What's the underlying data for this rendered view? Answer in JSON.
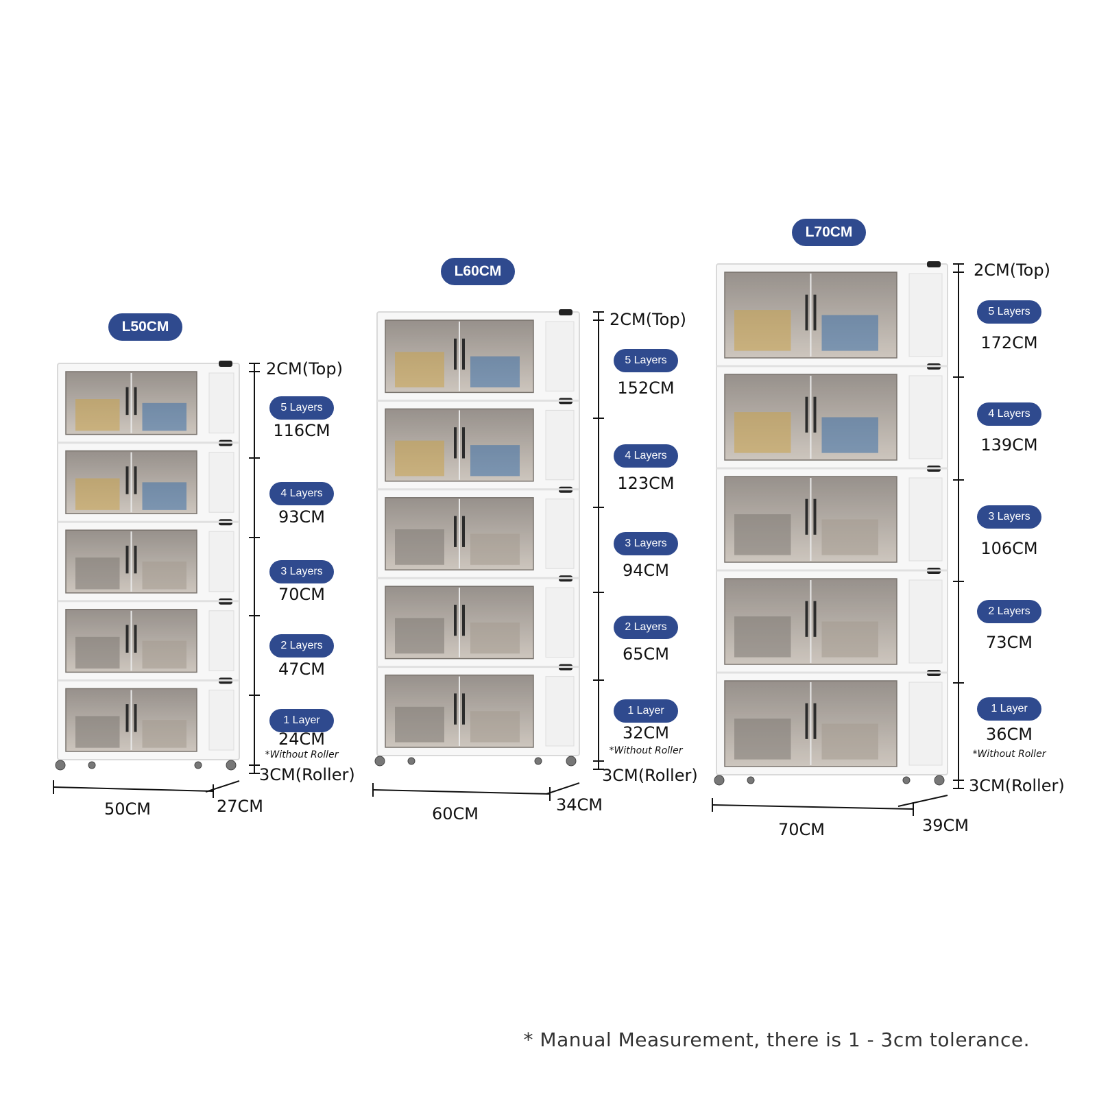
{
  "units": [
    {
      "title": "L50CM",
      "top_label": "2CM(Top)",
      "roller_label": "3CM(Roller)",
      "width_label": "50CM",
      "depth_label": "27CM",
      "layers": [
        {
          "label": "5 Layers",
          "height": "116CM"
        },
        {
          "label": "4 Layers",
          "height": "93CM"
        },
        {
          "label": "3 Layers",
          "height": "70CM"
        },
        {
          "label": "2 Layers",
          "height": "47CM"
        },
        {
          "label": "1 Layer",
          "height": "24CM",
          "note": "*Without Roller"
        }
      ]
    },
    {
      "title": "L60CM",
      "top_label": "2CM(Top)",
      "roller_label": "3CM(Roller)",
      "width_label": "60CM",
      "depth_label": "34CM",
      "layers": [
        {
          "label": "5 Layers",
          "height": "152CM"
        },
        {
          "label": "4 Layers",
          "height": "123CM"
        },
        {
          "label": "3 Layers",
          "height": "94CM"
        },
        {
          "label": "2 Layers",
          "height": "65CM"
        },
        {
          "label": "1 Layer",
          "height": "32CM",
          "note": "*Without Roller"
        }
      ]
    },
    {
      "title": "L70CM",
      "top_label": "2CM(Top)",
      "roller_label": "3CM(Roller)",
      "width_label": "70CM",
      "depth_label": "39CM",
      "layers": [
        {
          "label": "5 Layers",
          "height": "172CM"
        },
        {
          "label": "4 Layers",
          "height": "139CM"
        },
        {
          "label": "3 Layers",
          "height": "106CM"
        },
        {
          "label": "2 Layers",
          "height": "73CM"
        },
        {
          "label": "1 Layer",
          "height": "36CM",
          "note": "*Without Roller"
        }
      ]
    }
  ],
  "footer_note": "* Manual Measurement, there is 1 - 3cm tolerance.",
  "colors": {
    "pill": "#2f4a8e",
    "cabinet": "#f4f4f4",
    "glass": "#b5aca4"
  }
}
